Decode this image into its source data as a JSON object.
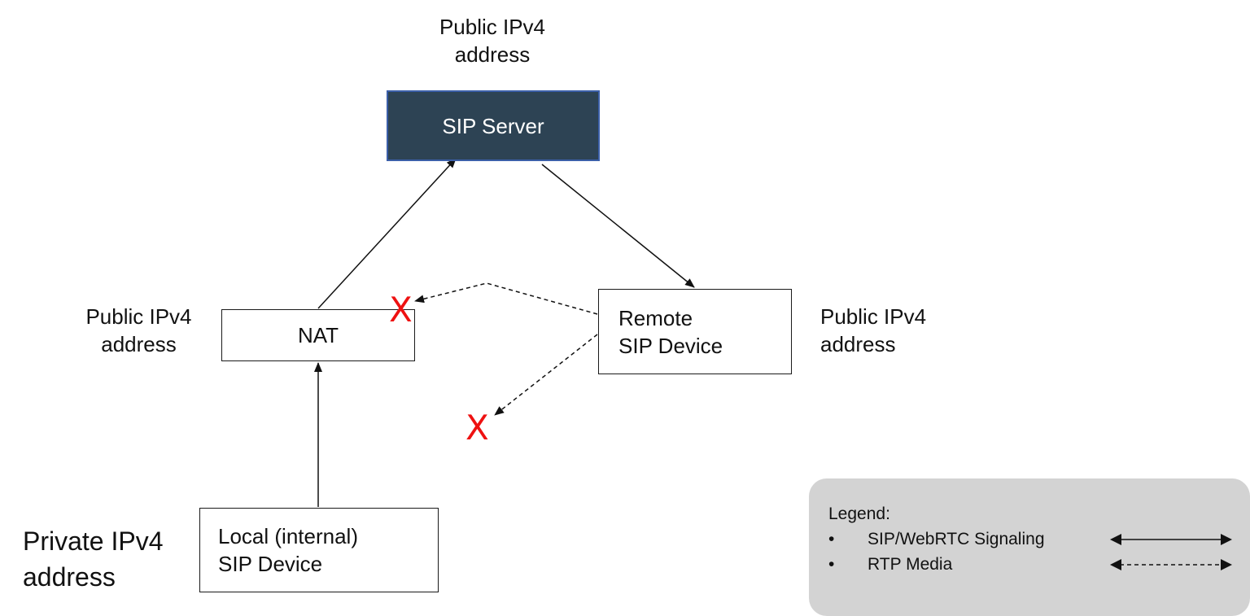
{
  "server_address_label": [
    "Public IPv4",
    "address"
  ],
  "sip_server": {
    "label": "SIP Server"
  },
  "nat": {
    "label": "NAT",
    "address_label": [
      "Public IPv4",
      "address"
    ]
  },
  "remote_device": {
    "label": [
      "Remote",
      "SIP Device"
    ],
    "address_label": [
      "Public IPv4",
      "address"
    ]
  },
  "local_device": {
    "label": [
      "Local (internal)",
      "SIP Device"
    ],
    "address_label": [
      "Private IPv4",
      "address"
    ]
  },
  "blocked_marks": [
    "X",
    "X"
  ],
  "legend": {
    "title": "Legend:",
    "items": [
      {
        "bullet": "•",
        "label": "SIP/WebRTC Signaling",
        "line_style": "solid"
      },
      {
        "bullet": "•",
        "label": "RTP Media",
        "line_style": "dashed"
      }
    ]
  },
  "colors": {
    "server_fill": "#2d4354",
    "server_border": "#3b5fa8",
    "blocked_mark": "#ee1111",
    "legend_fill": "#d3d3d3"
  }
}
